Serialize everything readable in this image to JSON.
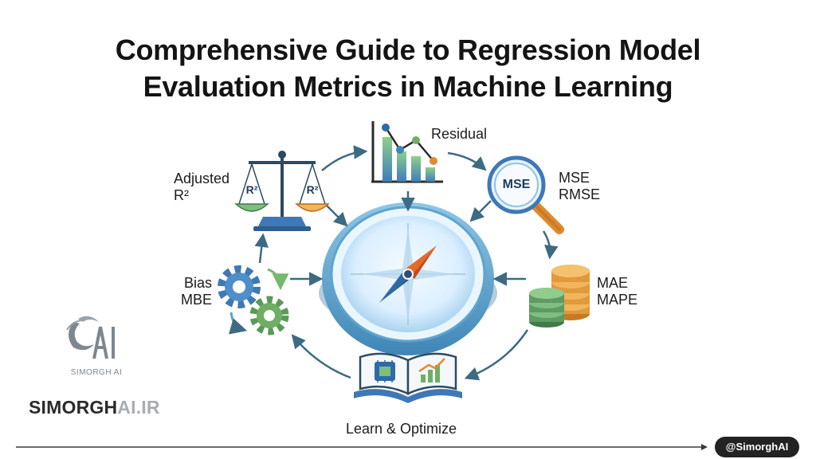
{
  "title": {
    "line1": "Comprehensive Guide to Regression Model",
    "line2": "Evaluation Metrics in Machine Learning"
  },
  "nodes": {
    "residual": {
      "label": "Residual"
    },
    "mse": {
      "badge": "MSE",
      "label_line1": "MSE",
      "label_line2": "RMSE"
    },
    "mae": {
      "label_line1": "MAE",
      "label_line2": "MAPE"
    },
    "learn": {
      "label": "Learn & Optimize"
    },
    "bias": {
      "label_line1": "Bias",
      "label_line2": "MBE"
    },
    "adjusted": {
      "label_line1": "Adjusted",
      "label_line2": "R²",
      "pan_left": "R²",
      "pan_right": "R²"
    }
  },
  "brand": {
    "logo_text": "SIMORGH AI",
    "site_part1": "SIMORGH",
    "site_part2": "AI.IR",
    "handle": "@SimorghAI"
  },
  "colors": {
    "accent_blue": "#3f78b7",
    "accent_green": "#6fae64",
    "accent_orange": "#e08a2e",
    "arrow": "#3c6b82",
    "text": "#141414"
  }
}
